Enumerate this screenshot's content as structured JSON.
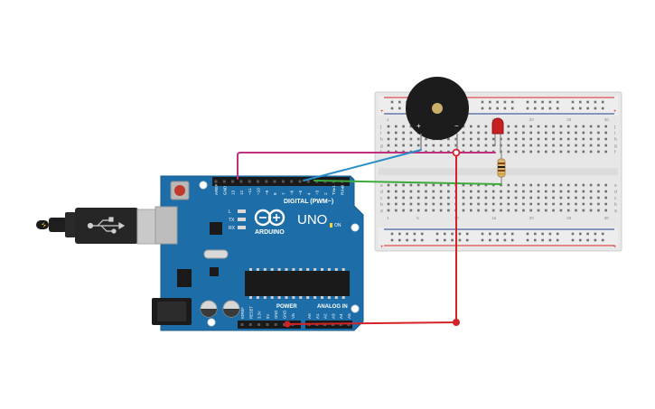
{
  "board": {
    "brand": "ARDUINO",
    "model": "UNO",
    "on_label": "ON",
    "digital_label": "DIGITAL (PWM~)",
    "power_label": "POWER",
    "analog_label": "ANALOG IN",
    "led_labels": [
      "L",
      "TX",
      "RX"
    ],
    "digital_pins": [
      "AREF",
      "GND",
      "13",
      "12",
      "~11",
      "~10",
      "~9",
      "8",
      "7",
      "~6",
      "~5",
      "4",
      "~3",
      "2",
      "TX▸1",
      "RX◂0"
    ],
    "power_pins": [
      "IOREF",
      "RESET",
      "3.3V",
      "5V",
      "GND",
      "GND",
      "Vin"
    ],
    "analog_pins": [
      "A0",
      "A1",
      "A2",
      "A3",
      "A4",
      "A5"
    ]
  },
  "breadboard": {
    "top_row_letters": [
      "j",
      "i",
      "h",
      "g",
      "f"
    ],
    "bottom_row_letters": [
      "e",
      "d",
      "c",
      "b",
      "a"
    ],
    "column_numbers": [
      "1",
      "",
      "",
      "",
      "5",
      "",
      "",
      "",
      "",
      "10",
      "",
      "",
      "",
      "",
      "15",
      "",
      "",
      "",
      "",
      "20",
      "",
      "",
      "",
      "",
      "25",
      "",
      "",
      "",
      "",
      "30"
    ],
    "rail_plus": "+",
    "rail_minus": "-"
  },
  "buzzer": {
    "plus_label": "+",
    "minus_label": "−"
  },
  "colors": {
    "board": "#1d6ea8",
    "wire_magenta": "#c0307e",
    "wire_blue": "#2a8fc9",
    "wire_green": "#3cab3c",
    "wire_red": "#d42328",
    "breadboard": "#ececec"
  }
}
